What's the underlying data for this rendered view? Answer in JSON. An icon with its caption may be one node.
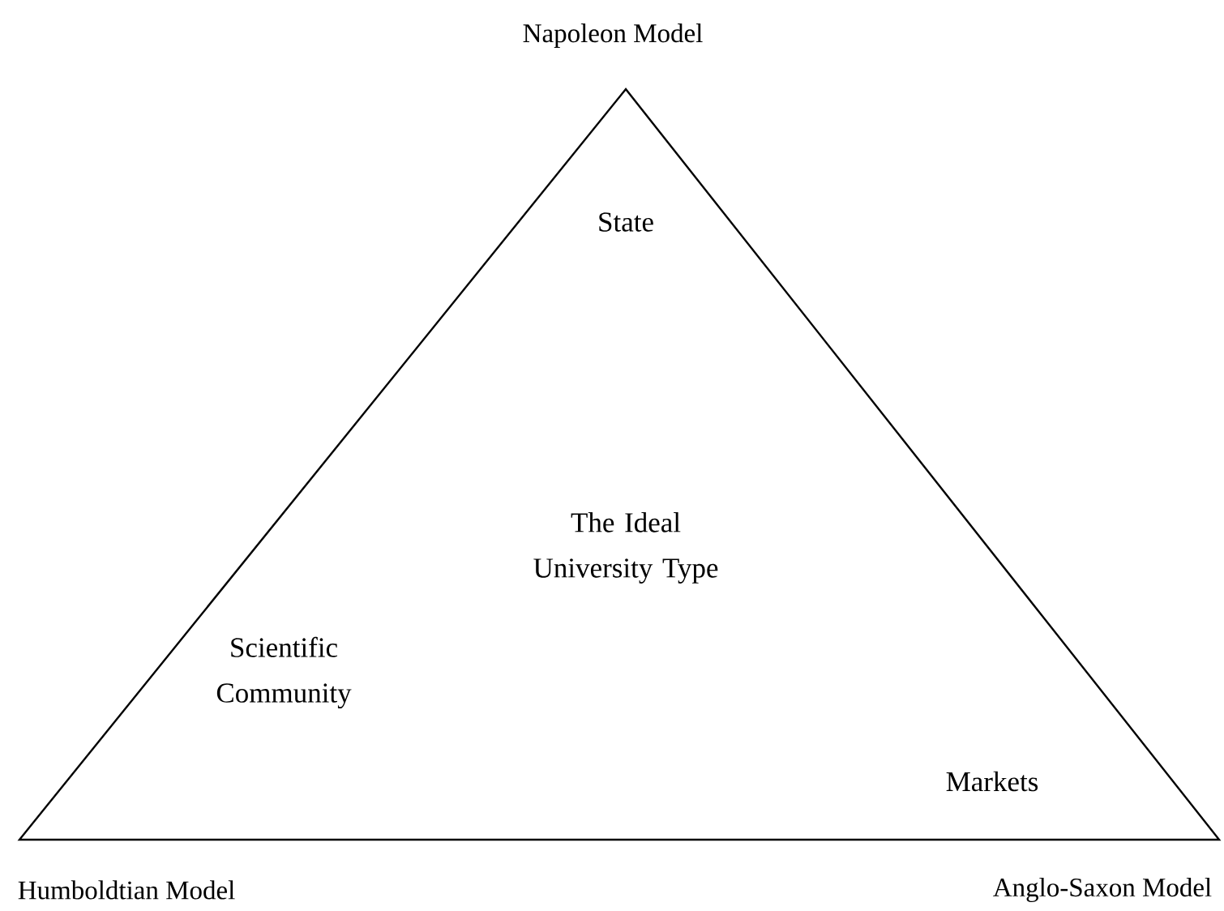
{
  "diagram": {
    "nodes": [
      {
        "text": [
          "State",
          "The Ideal University Type",
          "Scientific Community",
          "Markets"
        ]
      }
    ],
    "labels": [
      "Napoleon Model",
      "Humboldtian Model",
      "Anglo-Saxon Model"
    ]
  }
}
